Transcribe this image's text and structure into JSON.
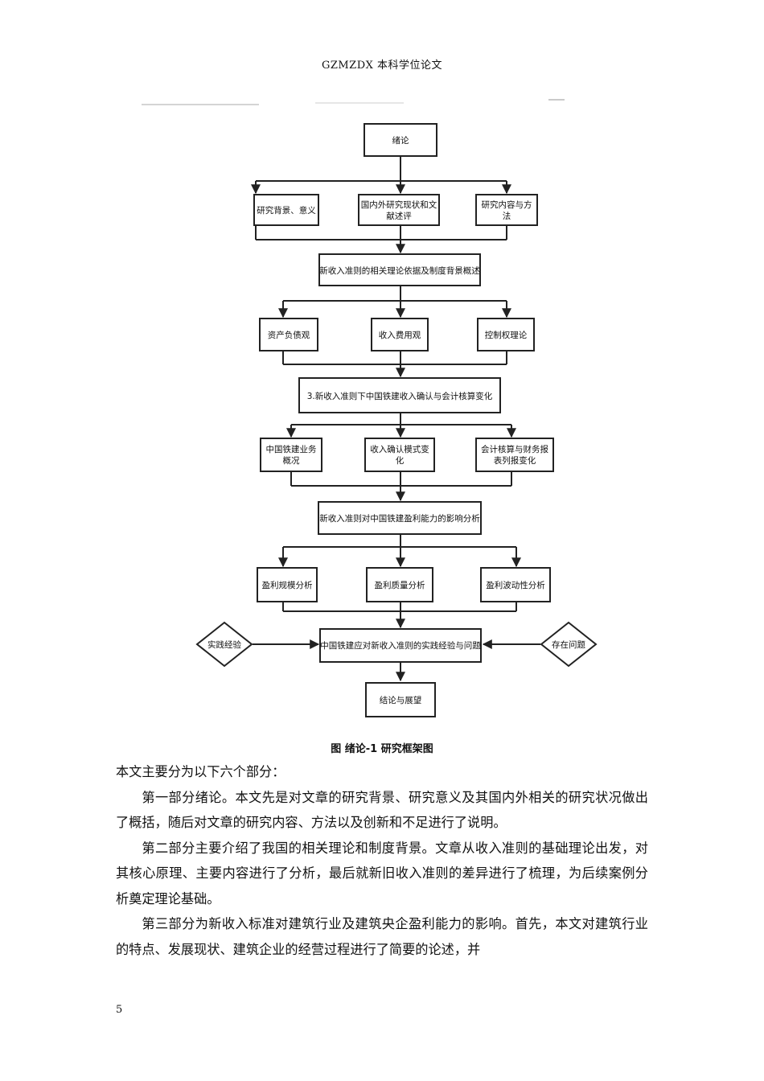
{
  "header": {
    "title": "GZMZDX 本科学位论文"
  },
  "figure": {
    "nodes": {
      "intro": "绪论",
      "background": "研究背景、意义",
      "review": [
        "国内外研究现状和文",
        "献述评"
      ],
      "method": [
        "研究内容与方",
        "法"
      ],
      "theory": "新收入准则的相关理论依据及制度背景概述",
      "asset": "资产负债观",
      "revenue": "收入费用观",
      "control": "控制权理论",
      "change": "3.新收入准则下中国铁建收入确认与会计核算变化",
      "business": [
        "中国铁建业务",
        "概况"
      ],
      "mode": [
        "收入确认模式变",
        "化"
      ],
      "accounting": [
        "会计核算与财务报",
        "表列报变化"
      ],
      "impact": "新收入准则对中国铁建盈利能力的影响分析",
      "scale": "盈利规模分析",
      "quality": "盈利质量分析",
      "volatility": "盈利波动性分析",
      "practice": "实践经验",
      "response": "中国铁建应对新收入准则的实践经验与问题",
      "problem": "存在问题",
      "conclusion": "结论与展望"
    },
    "caption": "图  绪论-1 研究框架图"
  },
  "body": {
    "intro_line": "本文主要分为以下六个部分：",
    "para1": "第一部分绪论。本文先是对文章的研究背景、研究意义及其国内外相关的研究状况做出了概括，随后对文章的研究内容、方法以及创新和不足进行了说明。",
    "para2": "第二部分主要介绍了我国的相关理论和制度背景。文章从收入准则的基础理论出发，对其核心原理、主要内容进行了分析，最后就新旧收入准则的差异进行了梳理，为后续案例分析奠定理论基础。",
    "para3": "第三部分为新收入标准对建筑行业及建筑央企盈利能力的影响。首先，本文对建筑行业的特点、发展现状、建筑企业的经营过程进行了简要的论述，并"
  },
  "page_number": "5"
}
